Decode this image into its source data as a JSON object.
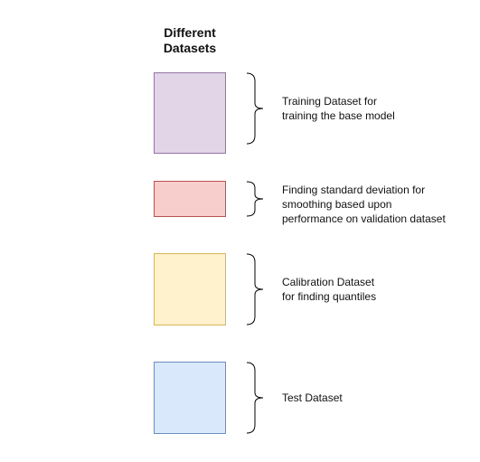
{
  "heading": {
    "line1": "Different",
    "line2": "Datasets"
  },
  "datasets": [
    {
      "fill": "#e1d5e7",
      "border": "#9673a6",
      "lines": [
        "Training Dataset for",
        "training the base model"
      ]
    },
    {
      "fill": "#f8cecc",
      "border": "#b85450",
      "lines": [
        "Finding standard deviation for",
        "smoothing based upon",
        "performance on validation dataset"
      ]
    },
    {
      "fill": "#fff2cc",
      "border": "#d6b656",
      "lines": [
        "Calibration Dataset",
        "for finding quantiles"
      ]
    },
    {
      "fill": "#dae8fc",
      "border": "#6c8ebf",
      "lines": [
        "Test Dataset"
      ]
    }
  ]
}
